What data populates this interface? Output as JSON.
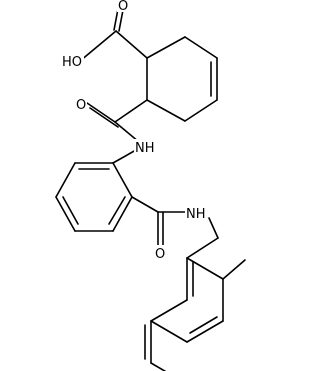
{
  "atom_labels": {
    "hydroxyl": "HO",
    "carboxyl_oxygen": "O",
    "amide_oxygen_upper": "O",
    "amide_nitrogen_upper": "NH",
    "amide_nitrogen_lower": "NH",
    "amide_oxygen_lower": "O"
  },
  "colors": {
    "bond": "#000000",
    "text": "#000000",
    "background": "#ffffff"
  }
}
